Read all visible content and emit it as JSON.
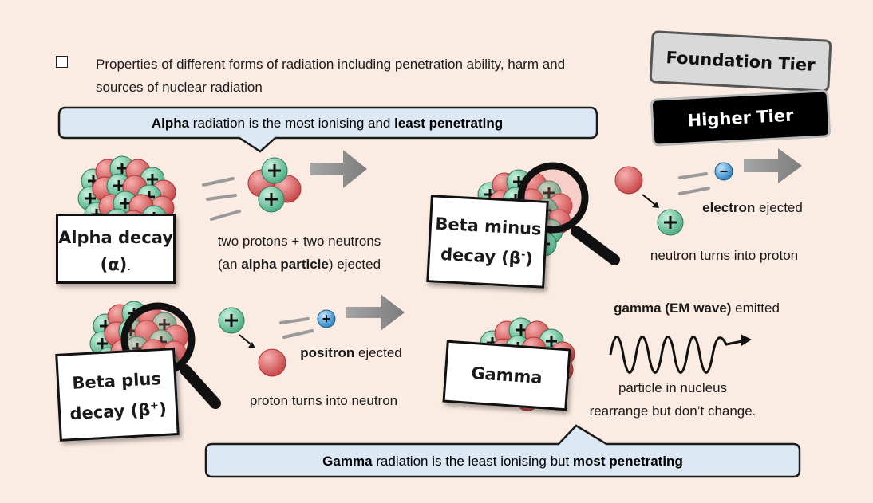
{
  "intro": {
    "line1": "Properties of different forms of radiation including penetration ability, harm and",
    "line2": "sources of nuclear radiation"
  },
  "tiers": {
    "foundation": "Foundation Tier",
    "higher": "Higher Tier"
  },
  "callout_top": {
    "bold1": "Alpha",
    "text1": " radiation is the most ionising and ",
    "bold2": "least penetrating"
  },
  "callout_bottom": {
    "bold1": "Gamma",
    "text1": " radiation is the least ionising but ",
    "bold2": "most penetrating"
  },
  "alpha": {
    "label_line1": "Alpha decay",
    "label_symbol": "(α)",
    "label_dot": ".",
    "caption_line1": "two protons + two neutrons",
    "caption_line2_pre": "(an ",
    "caption_line2_bold": "alpha particle",
    "caption_line2_post": ") ejected"
  },
  "beta_minus": {
    "label_line1": "Beta minus",
    "label_line2": "decay (β",
    "label_sup": "-",
    "label_close": ")",
    "electron_bold": "electron",
    "electron_rest": " ejected",
    "caption": "neutron turns into proton",
    "particle_sign": "−"
  },
  "beta_plus": {
    "label_line1": "Beta plus",
    "label_line2": "decay (β",
    "label_sup": "+",
    "label_close": ")",
    "positron_bold": "positron",
    "positron_rest": " ejected",
    "caption": "proton turns into neutron",
    "particle_sign": "+"
  },
  "gamma": {
    "label": "Gamma",
    "emit_bold": "gamma (EM wave)",
    "emit_rest": " emitted",
    "caption_line1": "particle in nucleus",
    "caption_line2": "rearrange but don’t change."
  },
  "colors": {
    "background": "#fbece3",
    "callout_fill": "#dce8f3",
    "proton": "#6fc9a0",
    "neutron": "#e26565",
    "arrow": "#8a8a8a",
    "electron": "#4a9fd8"
  },
  "icons": {
    "magnifier": "magnifying-glass-icon",
    "arrow": "right-arrow-icon",
    "wave": "gamma-wave-icon"
  }
}
